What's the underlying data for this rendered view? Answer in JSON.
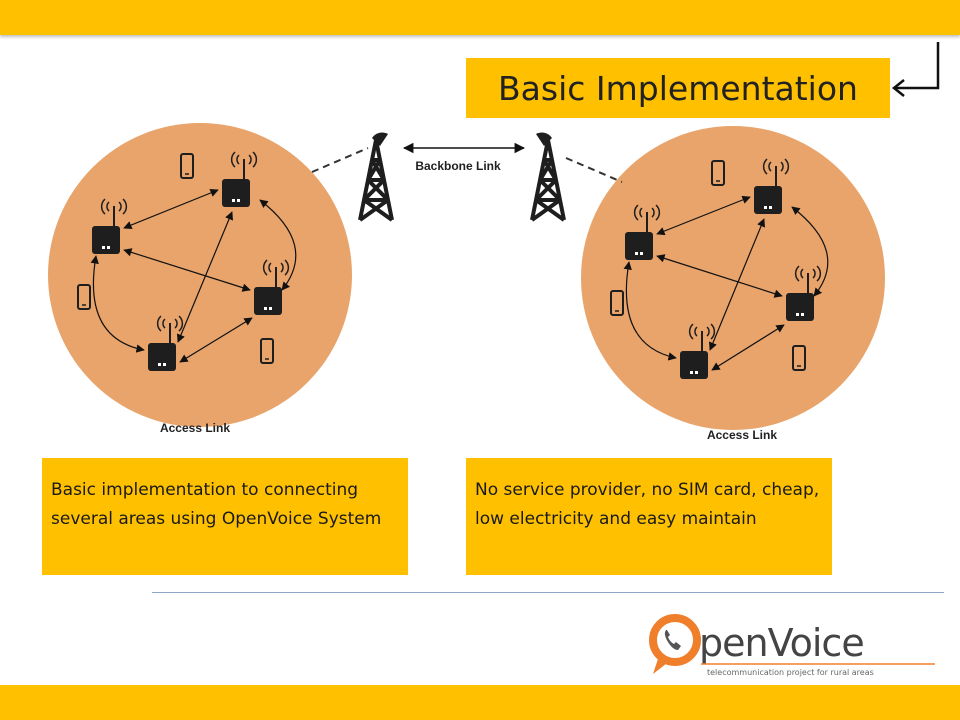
{
  "slide": {
    "title": "Basic Implementation",
    "colors": {
      "accent": "#FFC000",
      "cell": "#E8A46A",
      "icon": "#1a1a1a"
    }
  },
  "diagram": {
    "backbone_label": "Backbone Link",
    "left_access_label": "Access Link",
    "right_access_label": "Access Link"
  },
  "text_boxes": {
    "left": "Basic implementation to connecting several areas using OpenVoice System",
    "right": "No service provider, no SIM card, cheap, low electricity and easy maintain"
  },
  "logo": {
    "name": "OpenVoice",
    "tagline": "telecommunication project for rural areas"
  }
}
